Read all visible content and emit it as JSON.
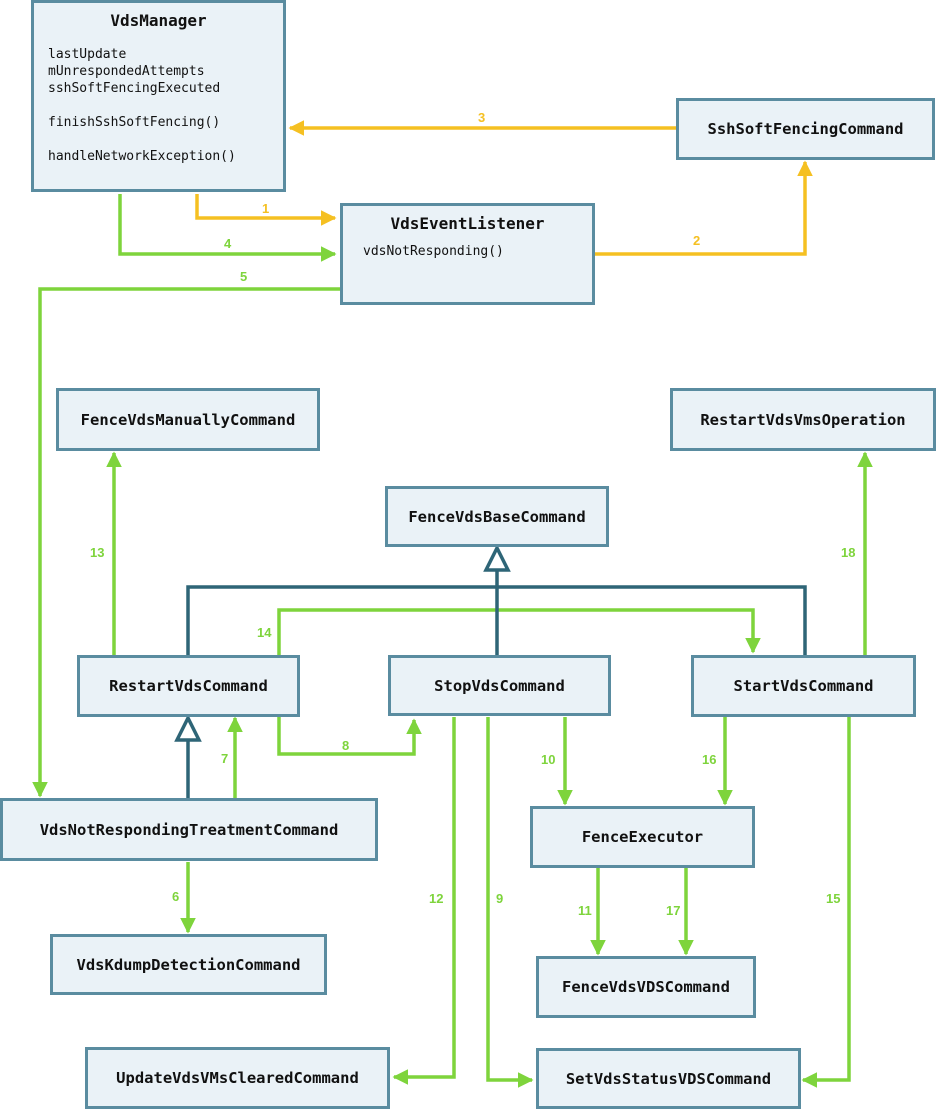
{
  "colors": {
    "green_arrow": "#7ed43c",
    "yellow_arrow": "#f5c022",
    "inheritance": "#2e6577",
    "box_border": "#5a8ca0",
    "box_fill": "#eaf2f7"
  },
  "vds_manager": {
    "title": "VdsManager",
    "fields": [
      "lastUpdate",
      "mUnrespondedAttempts",
      "sshSoftFencingExecuted"
    ],
    "methods": [
      "finishSshSoftFencing()",
      "handleNetworkException()"
    ]
  },
  "vds_event_listener": {
    "title": "VdsEventListener",
    "methods": [
      "vdsNotResponding()"
    ]
  },
  "classes": {
    "ssh_soft_fencing": "SshSoftFencingCommand",
    "fence_vds_manually": "FenceVdsManuallyCommand",
    "restart_vds_vms_operation": "RestartVdsVmsOperation",
    "fence_vds_base": "FenceVdsBaseCommand",
    "restart_vds": "RestartVdsCommand",
    "stop_vds": "StopVdsCommand",
    "start_vds": "StartVdsCommand",
    "vds_not_responding_treatment": "VdsNotRespondingTreatmentCommand",
    "fence_executor": "FenceExecutor",
    "vds_kdump_detection": "VdsKdumpDetectionCommand",
    "fence_vds_vds": "FenceVdsVDSCommand",
    "update_vds_vms_cleared": "UpdateVdsVMsClearedCommand",
    "set_vds_status_vds": "SetVdsStatusVDSCommand"
  },
  "steps": {
    "s1": "1",
    "s2": "2",
    "s3": "3",
    "s4": "4",
    "s5": "5",
    "s6": "6",
    "s7": "7",
    "s8": "8",
    "s9": "9",
    "s10": "10",
    "s11": "11",
    "s12": "12",
    "s13": "13",
    "s14": "14",
    "s15": "15",
    "s16": "16",
    "s17": "17",
    "s18": "18"
  }
}
